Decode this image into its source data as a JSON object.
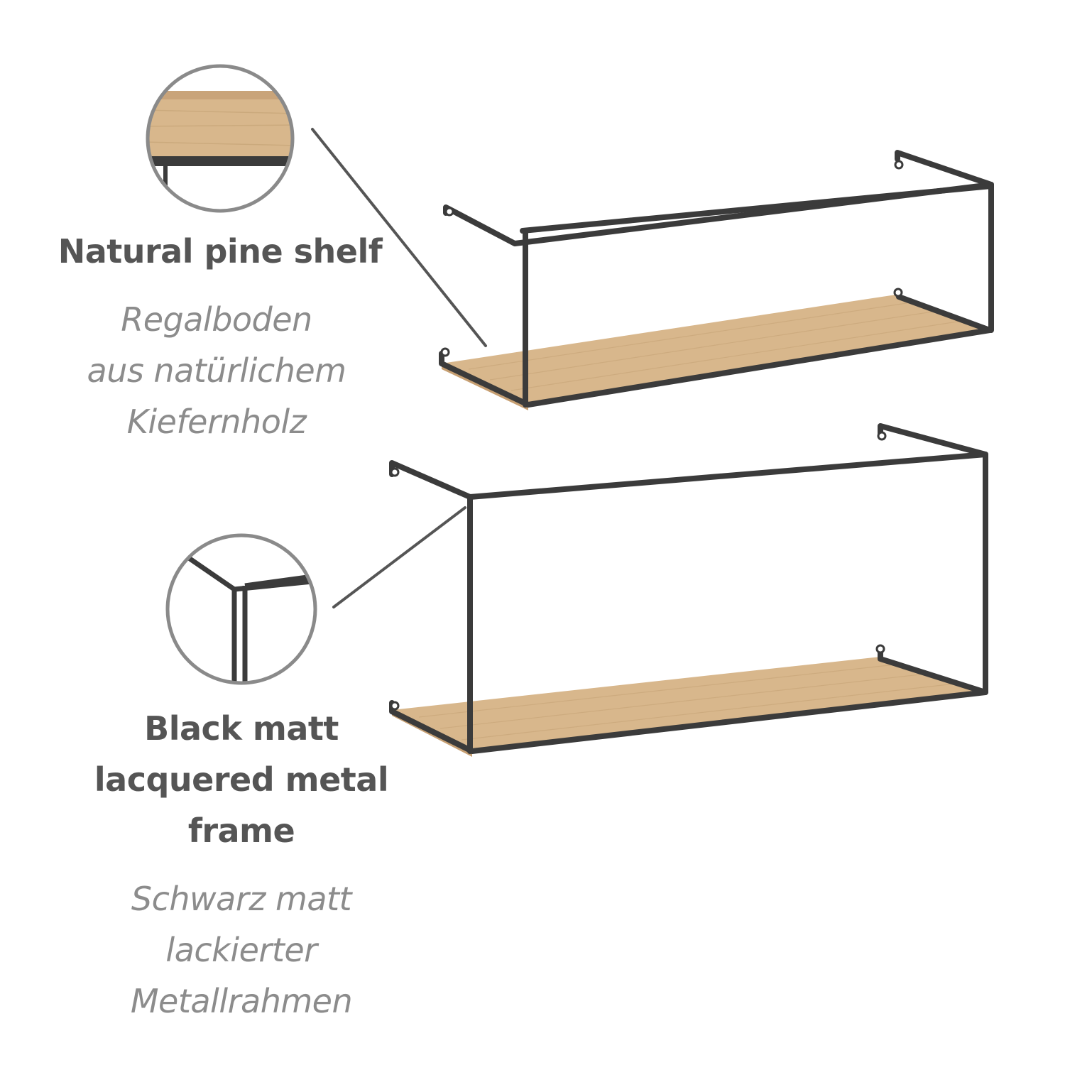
{
  "colors": {
    "frame": "#3b3b3b",
    "wood": "#d8b78c",
    "wood_edge": "#c69f72",
    "wood_grain": "#c9a77a",
    "callout_ring": "#8a8a8a",
    "callout_line": "#555555",
    "caption_primary": "#555555",
    "caption_secondary": "#8c8c8c"
  },
  "callouts": {
    "shelf": {
      "icon": "wood-detail-icon",
      "en": [
        "Natural pine shelf"
      ],
      "de": [
        "Regalboden",
        "aus natürlichem",
        "Kiefernholz"
      ]
    },
    "frame": {
      "icon": "frame-corner-detail-icon",
      "en": [
        "Black matt",
        "lacquered metal",
        "frame"
      ],
      "de": [
        "Schwarz matt",
        "lackierter",
        "Metallrahmen"
      ]
    }
  }
}
